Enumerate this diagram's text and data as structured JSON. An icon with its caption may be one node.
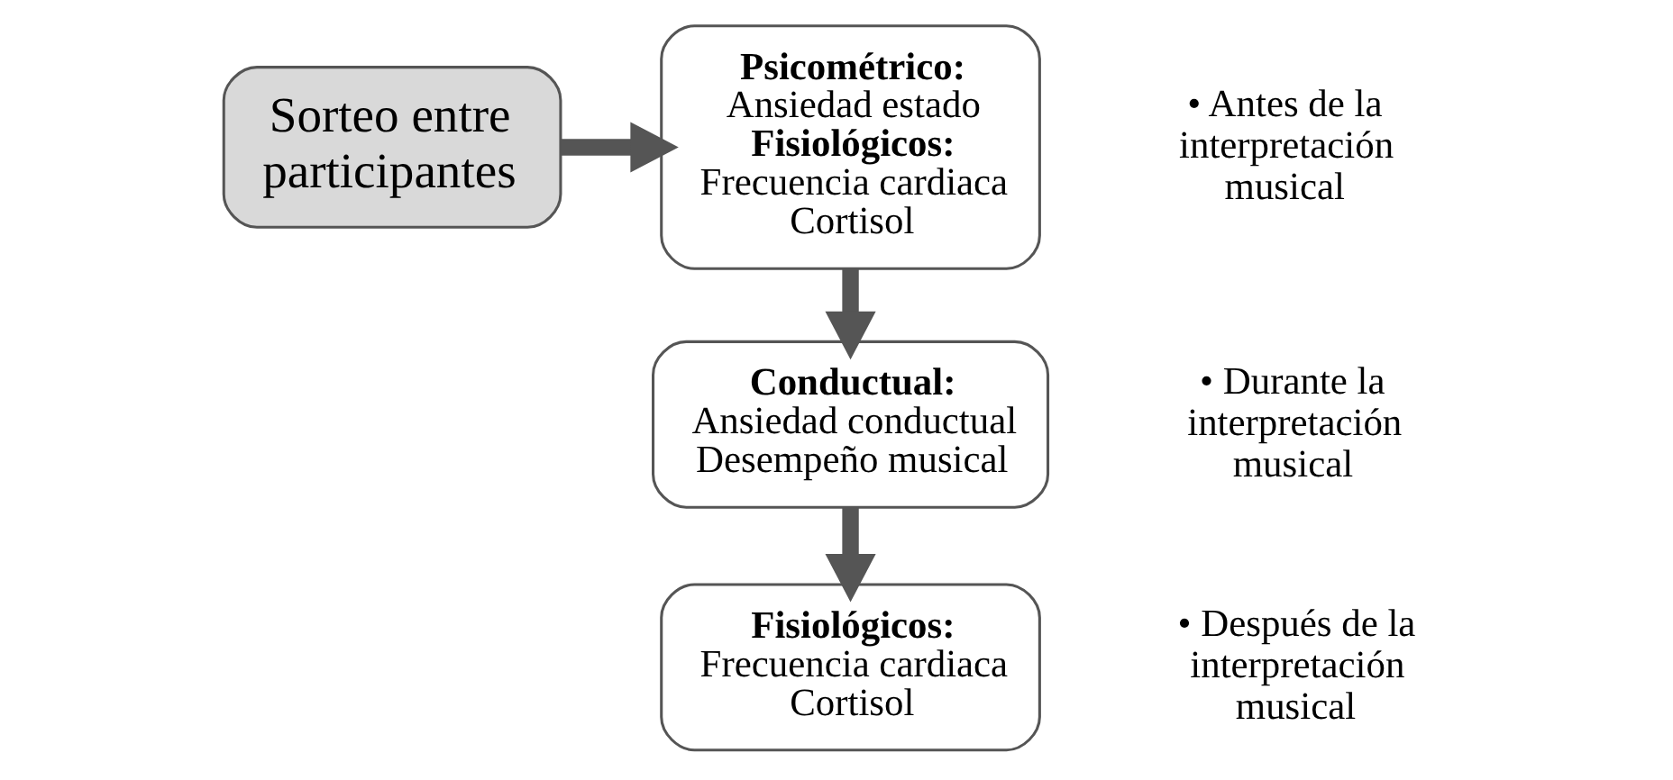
{
  "diagram": {
    "nodes": [
      {
        "text": [
          "Sorteo entre participantes"
        ]
      },
      {
        "text": [
          "Psicométrico:",
          "Ansiedad estado",
          "Fisiológicos:",
          "Frecuencia cardiaca",
          "Cortisol"
        ],
        "beside": [
          "• Antes de la interpretación musical"
        ]
      },
      {
        "text": [
          "Conductual:",
          "Ansiedad conductual",
          "Desempeño musical"
        ],
        "beside": [
          "• Durante la interpretación musical"
        ]
      },
      {
        "text": [
          "Fisiológicos:",
          "Frecuencia cardiaca",
          "Cortisol"
        ],
        "beside": [
          "• Después de la interpretación musical"
        ]
      }
    ],
    "edges": [
      {
        "from": 0,
        "to": 1,
        "arrow": "to"
      },
      {
        "from": 1,
        "to": 2,
        "arrow": "to"
      },
      {
        "from": 2,
        "to": 3,
        "arrow": "to"
      }
    ]
  }
}
